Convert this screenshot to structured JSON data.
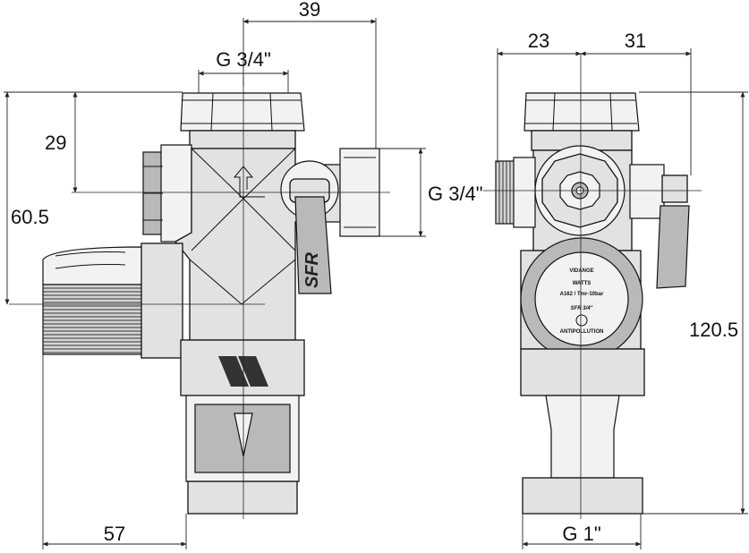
{
  "dimensions": {
    "top_width": "39",
    "top_thread": "G 3/4\"",
    "height_upper": "29",
    "height_total_left": "60.5",
    "side_thread": "G 3/4\"",
    "bottom_offset": "57",
    "side_width_left": "23",
    "side_width_right": "31",
    "side_height_total": "120.5",
    "bottom_thread": "G 1\""
  },
  "markings": {
    "handle_brand": "SFR",
    "dial_line1": "VIDANGE",
    "dial_line2": "WATTS",
    "dial_line3": "A162 / Tmr-10bar",
    "dial_line4": "SFR 3/4\"",
    "dial_line5": "ANTIPOLLUTION"
  }
}
